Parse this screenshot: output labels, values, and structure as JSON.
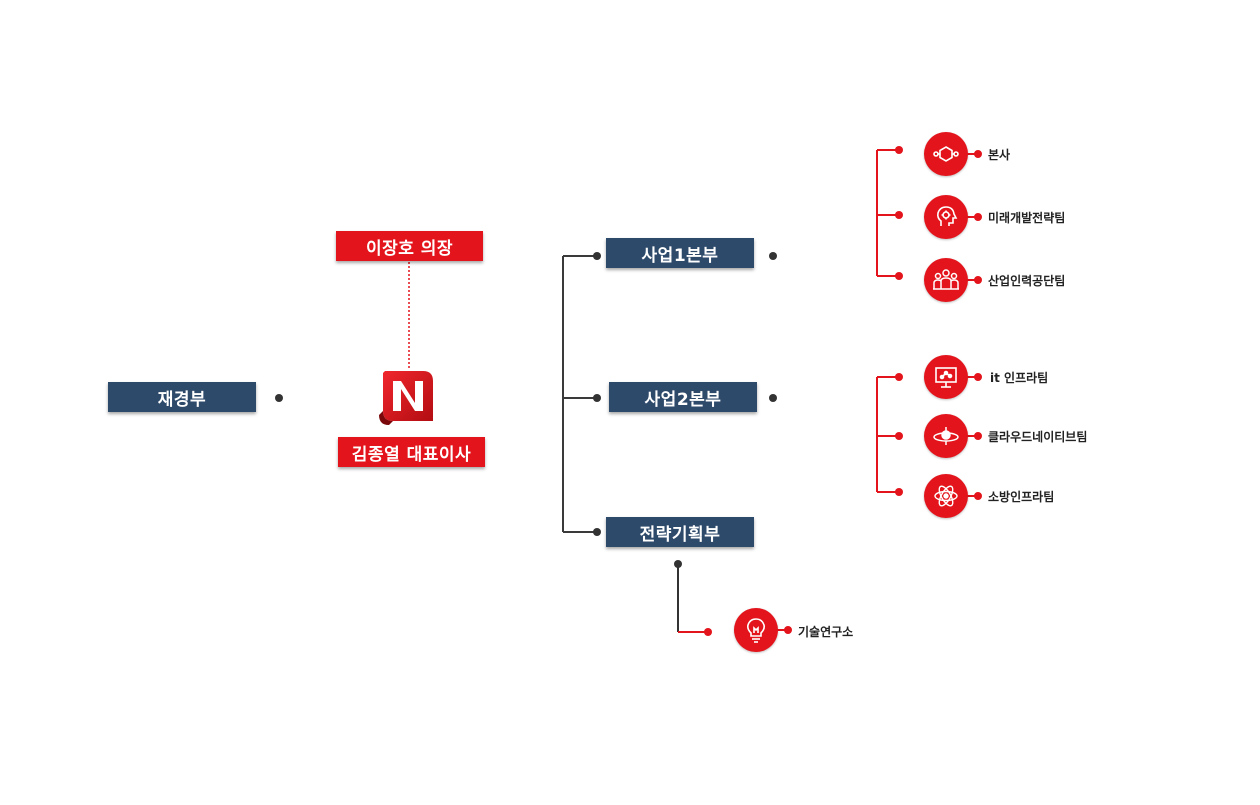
{
  "chairman": "이장호 의장",
  "ceo": "김종열 대표이사",
  "finance": "재경부",
  "divisions": {
    "div1": "사업1본부",
    "div2": "사업2본부",
    "strategy": "전략기획부"
  },
  "teams": {
    "div1": [
      {
        "label": "본사",
        "icon": "hexagon-molecule-icon"
      },
      {
        "label": "미래개발전략팀",
        "icon": "head-gear-icon"
      },
      {
        "label": "산업인력공단팀",
        "icon": "people-group-icon"
      }
    ],
    "div2": [
      {
        "label": "it 인프라팀",
        "icon": "presentation-screen-icon"
      },
      {
        "label": "클라우드네이티브팀",
        "icon": "cloud-orbit-icon"
      },
      {
        "label": "소방인프라팀",
        "icon": "atom-icon"
      }
    ],
    "strategy": [
      {
        "label": "기술연구소",
        "icon": "lightbulb-icon"
      }
    ]
  },
  "colors": {
    "navy": "#2e4a6b",
    "red": "#e3141b",
    "line_dark": "#3a3a3a"
  }
}
